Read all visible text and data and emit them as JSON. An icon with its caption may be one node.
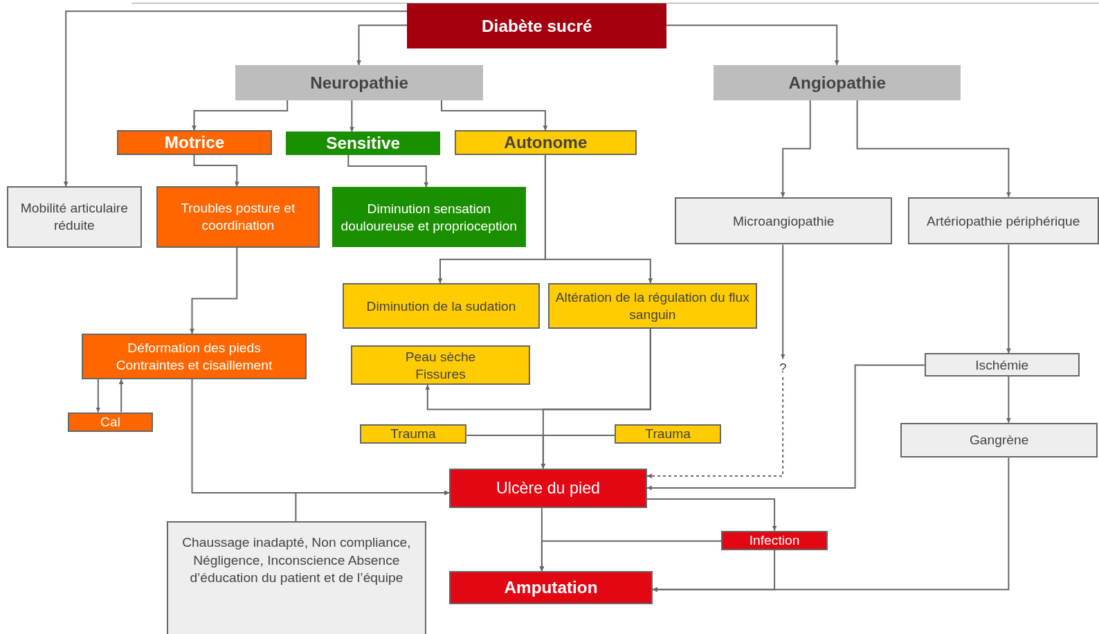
{
  "diagram": {
    "nodes": [
      {
        "text": [
          "Diabète sucré"
        ]
      },
      {
        "text": [
          "Neuropathie"
        ]
      },
      {
        "text": [
          "Angiopathie"
        ]
      },
      {
        "text": [
          "Motrice"
        ]
      },
      {
        "text": [
          "Sensitive"
        ]
      },
      {
        "text": [
          "Autonome"
        ]
      },
      {
        "text": [
          "Mobilité articulaire réduite"
        ]
      },
      {
        "text": [
          "Troubles posture et coordination"
        ]
      },
      {
        "text": [
          "Diminution sensation douloureuse et proprioception"
        ]
      },
      {
        "text": [
          "Microangiopathie"
        ]
      },
      {
        "text": [
          "Artériopathie périphérique"
        ]
      },
      {
        "text": [
          "Diminution de la sudation"
        ]
      },
      {
        "text": [
          "Altération de la régulation du flux sanguin"
        ]
      },
      {
        "text": [
          "Déformation des pieds",
          "Contraintes et cisaillement"
        ]
      },
      {
        "text": [
          "Cal"
        ]
      },
      {
        "text": [
          "Peau sèche",
          "Fissures"
        ]
      },
      {
        "text": [
          "?"
        ]
      },
      {
        "text": [
          "Ischémie"
        ]
      },
      {
        "text": [
          "Gangrène"
        ]
      },
      {
        "text": [
          "Trauma"
        ]
      },
      {
        "text": [
          "Trauma"
        ]
      },
      {
        "text": [
          "Ulcère du pied"
        ]
      },
      {
        "text": [
          "Chaussage inadapté, Non compliance, Négligence, Inconscience Absence d’éducation du patient et de l’équipe"
        ]
      },
      {
        "text": [
          "Infection"
        ]
      },
      {
        "text": [
          "Amputation"
        ]
      }
    ],
    "edges": [
      {
        "from": 0,
        "to": 6,
        "arrow": "to"
      },
      {
        "from": 0,
        "to": 1,
        "arrow": "to"
      },
      {
        "from": 0,
        "to": 2,
        "arrow": "to"
      },
      {
        "from": 1,
        "to": 3,
        "arrow": "to"
      },
      {
        "from": 1,
        "to": 4,
        "arrow": "to"
      },
      {
        "from": 1,
        "to": 5,
        "arrow": "to"
      },
      {
        "from": 3,
        "to": 7,
        "arrow": "to"
      },
      {
        "from": 4,
        "to": 8,
        "arrow": "to"
      },
      {
        "from": 7,
        "to": 13,
        "arrow": "to"
      },
      {
        "from": 13,
        "to": 14,
        "arrow": "to"
      },
      {
        "from": 14,
        "to": 13,
        "arrow": "to"
      },
      {
        "from": 5,
        "to": 11,
        "arrow": "to"
      },
      {
        "from": 5,
        "to": 12,
        "arrow": "to"
      },
      {
        "from": 12,
        "to": 15,
        "arrow": "to"
      },
      {
        "from": 12,
        "to": 21,
        "arrow": "to"
      },
      {
        "from": 19,
        "to": 21,
        "arrow": "to"
      },
      {
        "from": 20,
        "to": 21,
        "arrow": "to"
      },
      {
        "from": 13,
        "to": 21,
        "arrow": "to"
      },
      {
        "from": 22,
        "to": 21,
        "arrow": "to"
      },
      {
        "from": 2,
        "to": 9,
        "arrow": "to"
      },
      {
        "from": 2,
        "to": 10,
        "arrow": "to"
      },
      {
        "from": 9,
        "to": 16,
        "arrow": "to"
      },
      {
        "from": 16,
        "to": 21,
        "arrow": "to",
        "style": "dashed"
      },
      {
        "from": 10,
        "to": 17,
        "arrow": "to"
      },
      {
        "from": 17,
        "to": 21,
        "arrow": "to"
      },
      {
        "from": 17,
        "to": 18,
        "arrow": "to"
      },
      {
        "from": 21,
        "to": 23,
        "arrow": "to"
      },
      {
        "from": 21,
        "to": 24,
        "arrow": "to"
      },
      {
        "from": 23,
        "to": 24,
        "arrow": "to"
      },
      {
        "from": 23,
        "to": 24,
        "arrow": "to"
      },
      {
        "from": 18,
        "to": 24,
        "arrow": "to"
      }
    ]
  }
}
